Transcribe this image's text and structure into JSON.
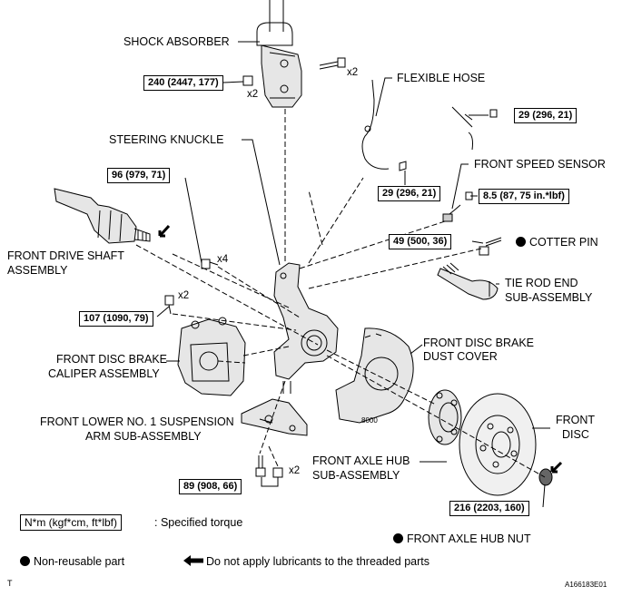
{
  "labels": {
    "shock_absorber": "SHOCK ABSORBER",
    "flexible_hose": "FLEXIBLE HOSE",
    "steering_knuckle": "STEERING KNUCKLE",
    "front_speed_sensor": "FRONT SPEED SENSOR",
    "front_drive_shaft_1": "FRONT DRIVE SHAFT",
    "front_drive_shaft_2": "ASSEMBLY",
    "cotter_pin": "COTTER PIN",
    "tie_rod_1": "TIE ROD END",
    "tie_rod_2": "SUB-ASSEMBLY",
    "brake_caliper_1": "FRONT DISC BRAKE",
    "brake_caliper_2": "CALIPER ASSEMBLY",
    "dust_cover_1": "FRONT DISC BRAKE",
    "dust_cover_2": "DUST COVER",
    "lower_arm_1": "FRONT LOWER NO. 1 SUSPENSION",
    "lower_arm_2": "ARM SUB-ASSEMBLY",
    "front_disc_1": "FRONT",
    "front_disc_2": "DISC",
    "axle_hub_1": "FRONT AXLE HUB",
    "axle_hub_2": "SUB-ASSEMBLY",
    "axle_hub_nut": "FRONT AXLE HUB NUT"
  },
  "torques": {
    "shock_bolt": "240 (2447, 177)",
    "flexible_hose": "29 (296, 21)",
    "hose_lower": "29 (296, 21)",
    "speed_sensor": "8.5 (87, 75 in.*lbf)",
    "drive_shaft": "96 (979, 71)",
    "tie_rod_nut": "49 (500, 36)",
    "caliper": "107 (1090, 79)",
    "lower_arm": "89 (908, 66)",
    "hub_nut": "216 (2203, 160)"
  },
  "multipliers": {
    "shock_bolt_x2": "x2",
    "shock_nut_x2": "x2",
    "drive_shaft_x4": "x4",
    "caliper_x2": "x2",
    "lower_arm_x2": "x2"
  },
  "legend": {
    "unit_box": "N*m (kgf*cm, ft*lbf)",
    "unit_desc": ": Specified torque",
    "non_reusable": "Non-reusable part",
    "no_lubricant": "Do not apply lubricants to the threaded parts"
  },
  "corner": {
    "left": "T",
    "right": "A166183E01"
  },
  "part_marking": "8000"
}
